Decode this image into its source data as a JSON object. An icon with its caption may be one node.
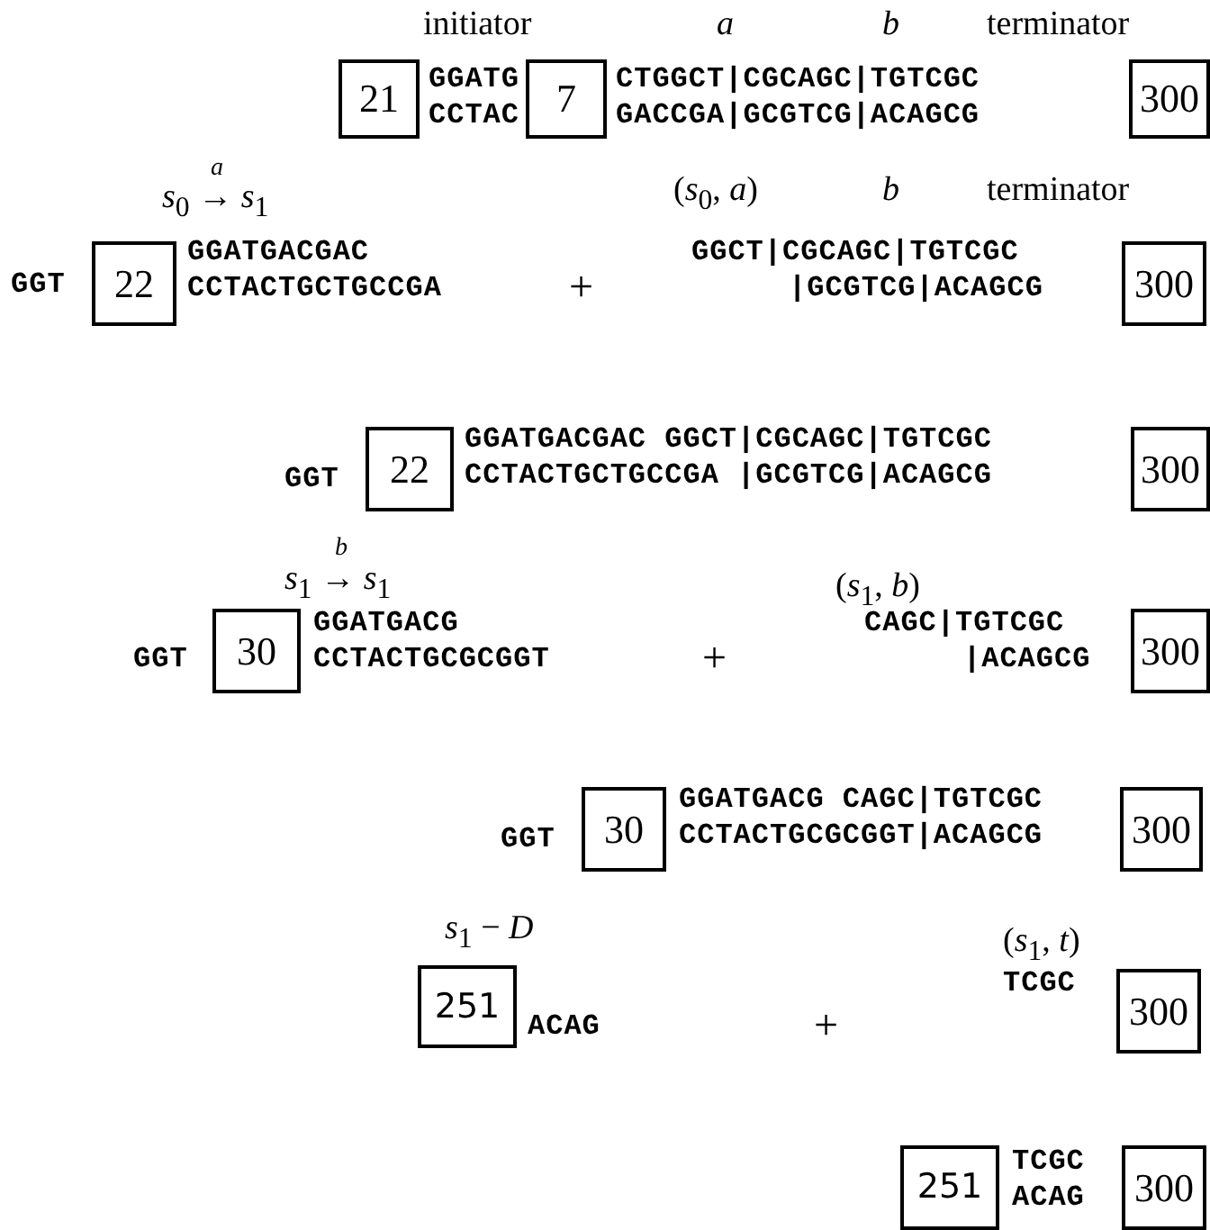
{
  "diagram": {
    "nodes": [
      {
        "text": [
          "21"
        ]
      },
      {
        "text": [
          "7"
        ]
      },
      {
        "text": [
          "300"
        ]
      },
      {
        "text": [
          "22"
        ]
      },
      {
        "text": [
          "300"
        ]
      },
      {
        "text": [
          "22"
        ]
      },
      {
        "text": [
          "300"
        ]
      },
      {
        "text": [
          "30"
        ]
      },
      {
        "text": [
          "300"
        ]
      },
      {
        "text": [
          "30"
        ]
      },
      {
        "text": [
          "300"
        ]
      },
      {
        "text": [
          "251"
        ]
      },
      {
        "text": [
          "300"
        ]
      },
      {
        "text": [
          "251"
        ]
      },
      {
        "text": [
          "300"
        ]
      }
    ],
    "labels": [
      "initiator",
      "*a*",
      "*b*",
      "terminator",
      "GGATG",
      "CCTAC",
      "CTGGCT|CGCAGC|TGTCGC",
      "GACCGA|GCGTCG|ACAGCG",
      "*a*",
      "*s*$_{0}$ → *s*$_{1}$",
      "(*s*$_{0}$, *a*)",
      "*b*",
      "terminator",
      "GGT",
      "GGATGACGAC",
      "CCTACTGCTGCCGA",
      "+",
      "GGCT|CGCAGC|TGTCGC",
      "|GCGTCG|ACAGCG",
      "GGT",
      "GGATGACGAC GGCT|CGCAGC|TGTCGC",
      "CCTACTGCTGCCGA |GCGTCG|ACAGCG",
      "*b*",
      "*s*$_{1}$ → *s*$_{1}$",
      "(*s*$_{1}$, *b*)",
      "GGT",
      "GGATGACG",
      "CCTACTGCGCGGT",
      "+",
      "CAGC|TGTCGC",
      "|ACAGCG",
      "GGT",
      "GGATGACG CAGC|TGTCGC",
      "CCTACTGCGCGGT|ACAGCG",
      "*s*$_{1}$ − *D*",
      "(*s*$_{1}$, *t*)",
      "TCGC",
      "ACAG",
      "+",
      "TCGC",
      "ACAG"
    ]
  }
}
